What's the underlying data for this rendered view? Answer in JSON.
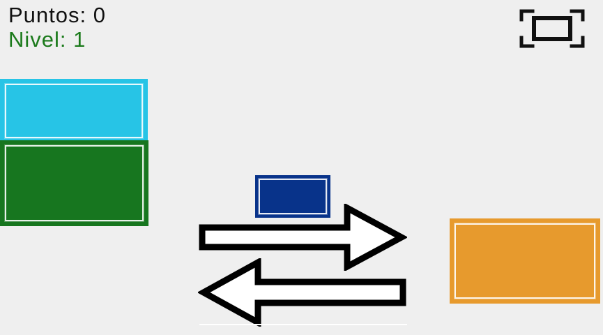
{
  "hud": {
    "score_text": "Puntos: 0",
    "level_text": "Nivel: 1",
    "score_value": 0,
    "level_value": 1,
    "level_color": "#1b7a1b"
  },
  "blocks": [
    {
      "name": "cyan-block",
      "color": "#27c4e6"
    },
    {
      "name": "green-block",
      "color": "#17761f"
    },
    {
      "name": "blue-block",
      "color": "#08338a"
    },
    {
      "name": "orange-block",
      "color": "#e79a2d"
    }
  ],
  "controls": {
    "fullscreen_icon": "fullscreen-icon",
    "right_arrow_icon": "right-arrow-icon",
    "left_arrow_icon": "left-arrow-icon"
  }
}
